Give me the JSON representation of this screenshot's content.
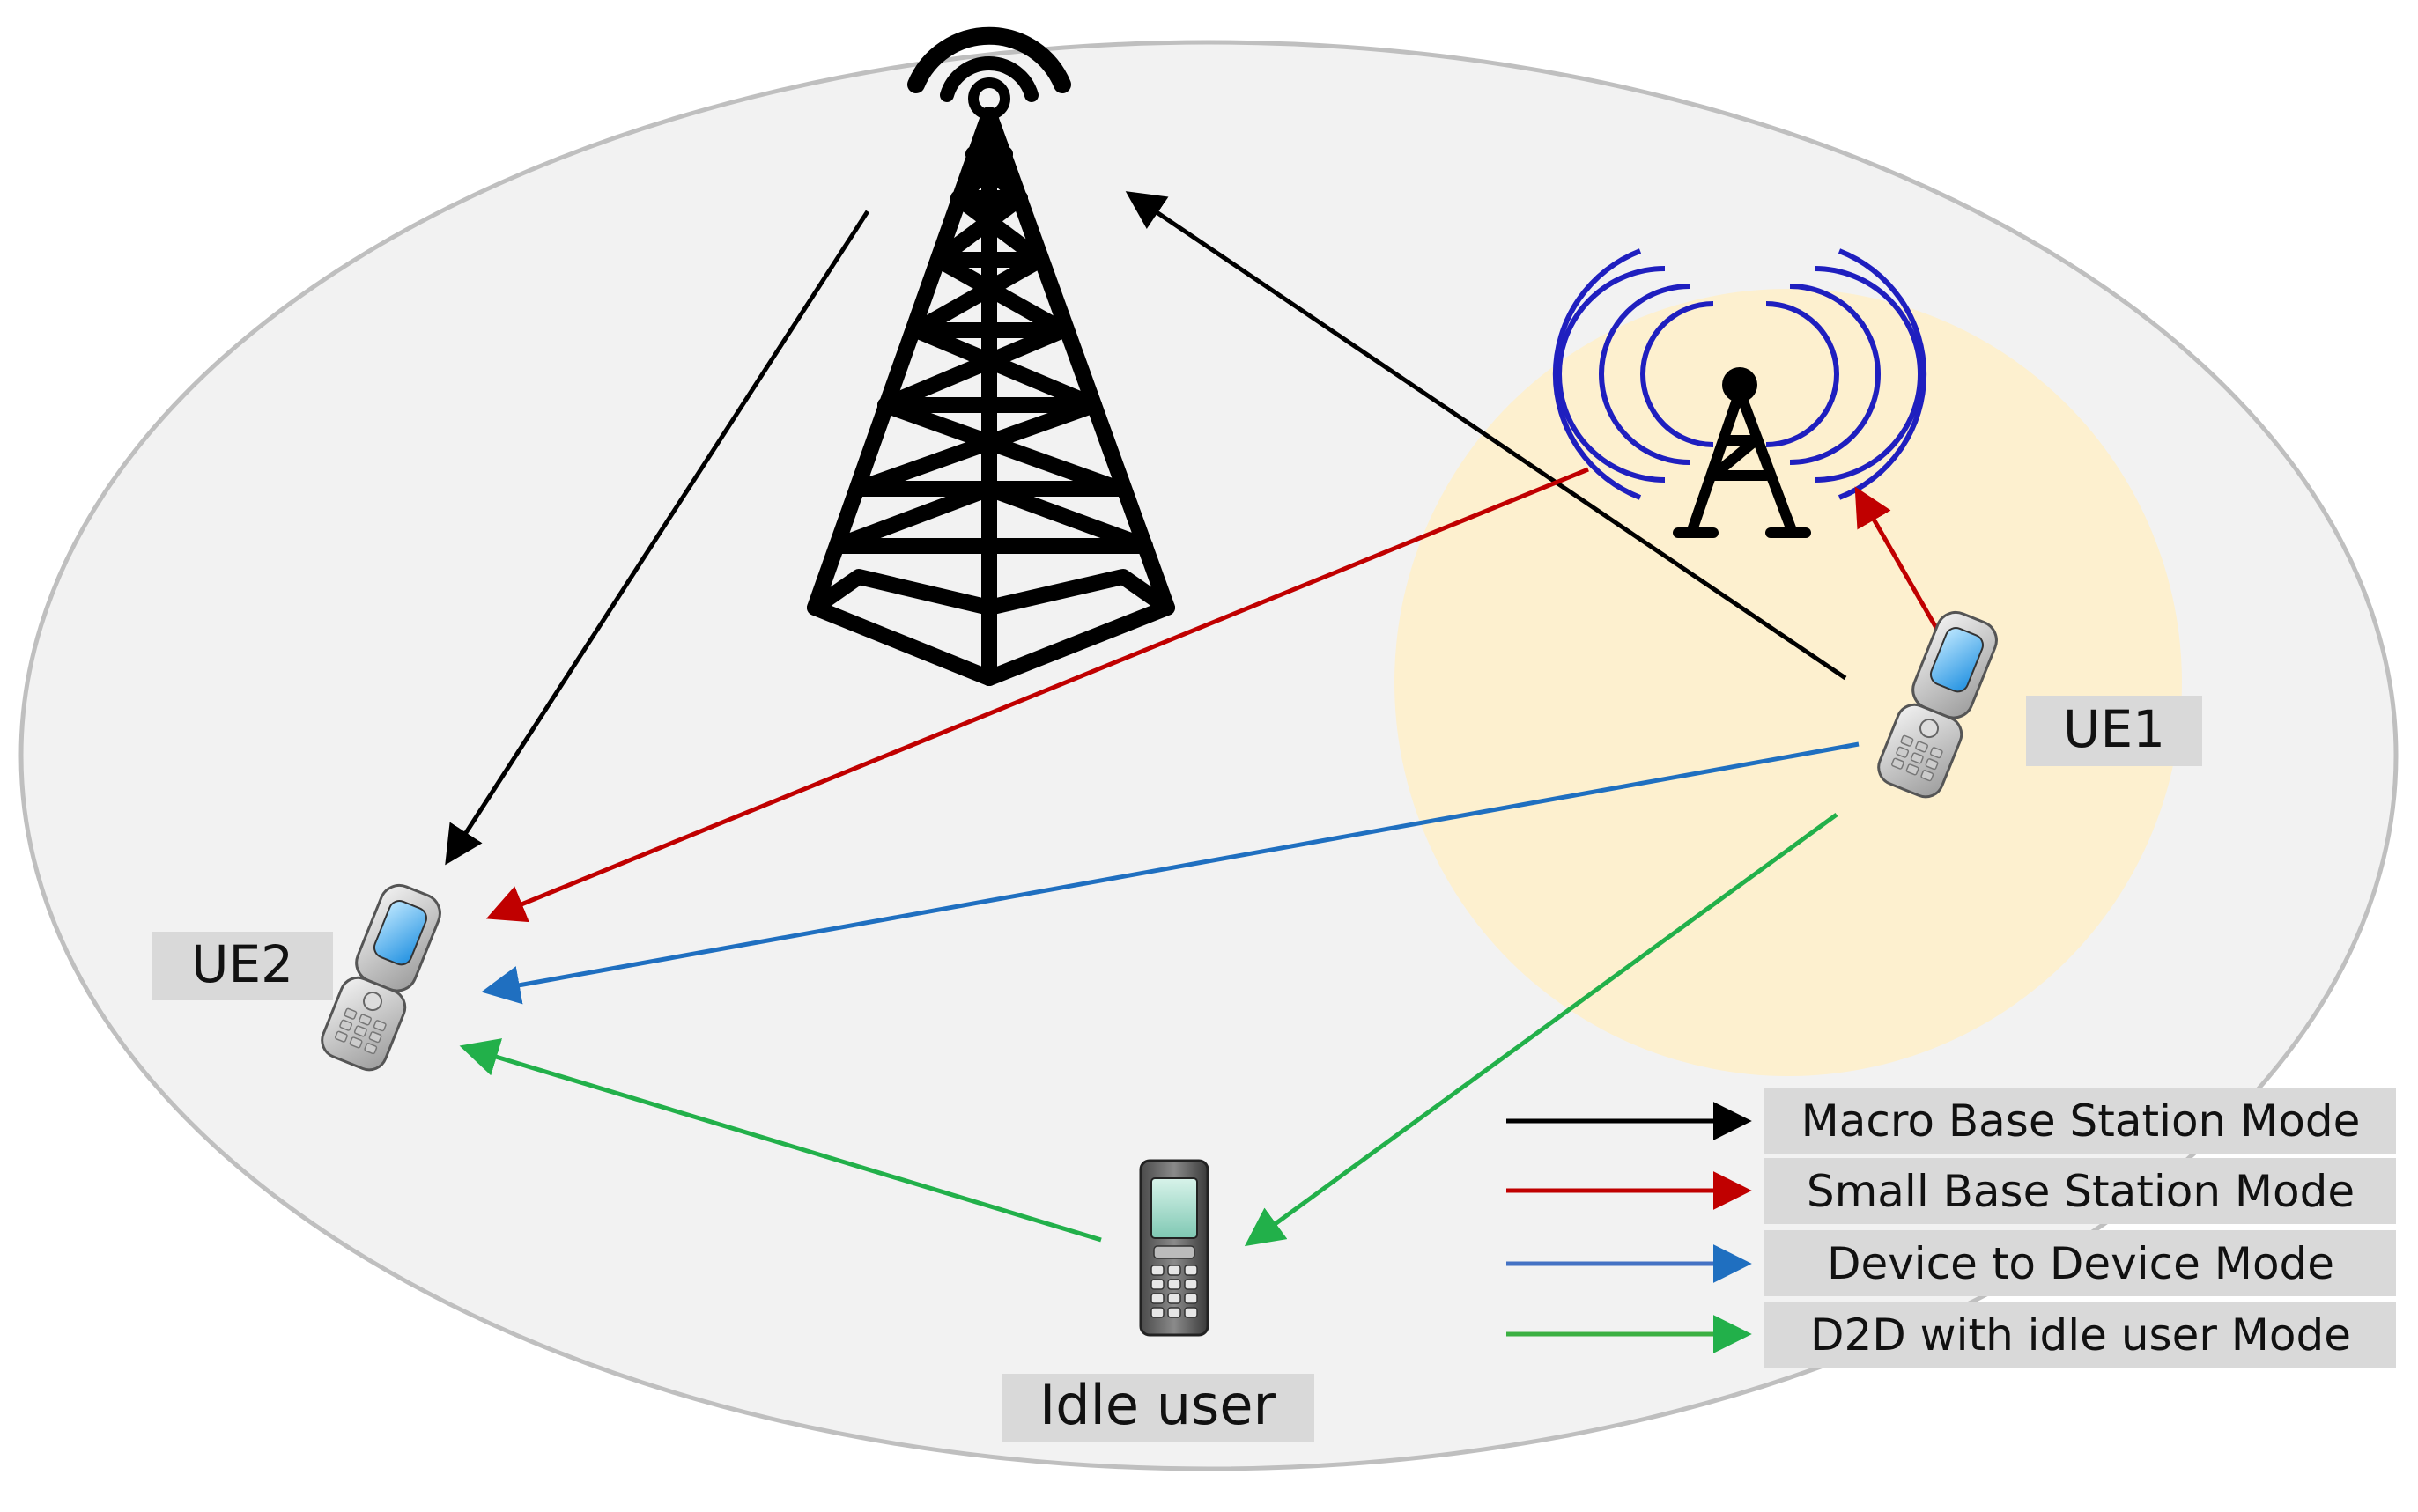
{
  "labels": {
    "ue1": "UE1",
    "ue2": "UE2",
    "idle": "Idle user"
  },
  "legend": [
    {
      "text": "Macro Base Station Mode",
      "color": "#000000"
    },
    {
      "text": "Small Base Station Mode",
      "color": "#c00000"
    },
    {
      "text": "Device to Device Mode",
      "color": "#4472c4"
    },
    {
      "text": "D2D with idle user Mode",
      "color": "#3cb043"
    }
  ],
  "colors": {
    "cell_fill": "#f2f2f2",
    "cell_border": "#bfbfbf",
    "small_cell": "#fdf0cf",
    "label_box": "#d9d9d9",
    "antenna_waves": "#1f1fbf"
  },
  "icons": [
    "macro-tower-icon",
    "small-cell-antenna-icon",
    "flip-phone-icon",
    "mobile-phone-icon"
  ]
}
